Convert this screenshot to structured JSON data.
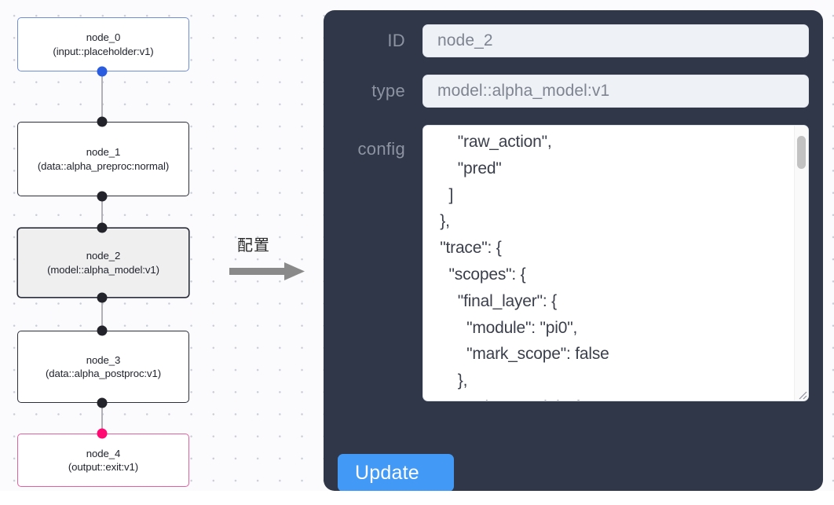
{
  "graph": {
    "nodes": [
      {
        "id": "node_0",
        "type_line": "(input::placeholder:v1)",
        "variant": "input"
      },
      {
        "id": "node_1",
        "type_line": "(data::alpha_preproc:normal)",
        "variant": "default"
      },
      {
        "id": "node_2",
        "type_line": "(model::alpha_model:v1)",
        "variant": "selected"
      },
      {
        "id": "node_3",
        "type_line": "(data::alpha_postproc:v1)",
        "variant": "default"
      },
      {
        "id": "node_4",
        "type_line": "(output::exit:v1)",
        "variant": "output"
      }
    ],
    "colors": {
      "input_border": "#6f8ed8",
      "output_border": "#e060a0",
      "default_border": "#2b2e3b",
      "selected_fill": "#efefef",
      "handle_default": "#23242b",
      "handle_source_blue": "#2a5ce0",
      "handle_target_pink": "#ff0a72",
      "edge": "#b1b1b7"
    }
  },
  "transition": {
    "label": "配置",
    "arrow_color": "#8a8a8a"
  },
  "panel": {
    "background": "#2f3748",
    "fields": {
      "id": {
        "label": "ID",
        "value": "node_2"
      },
      "type": {
        "label": "type",
        "value": "model::alpha_model:v1"
      },
      "config": {
        "label": "config",
        "value": "      \"raw_action\",\n      \"pred\"\n    ]\n  },\n  \"trace\": {\n    \"scopes\": {\n      \"final_layer\": {\n        \"module\": \"pi0\",\n        \"mark_scope\": false\n      },\n      \"action_model\": {",
        "scrollbar": {
          "thumb_top_fraction": 0.04,
          "thumb_size_fraction": 0.12
        }
      }
    },
    "update_button": {
      "label": "Update",
      "color": "#429af6"
    }
  }
}
